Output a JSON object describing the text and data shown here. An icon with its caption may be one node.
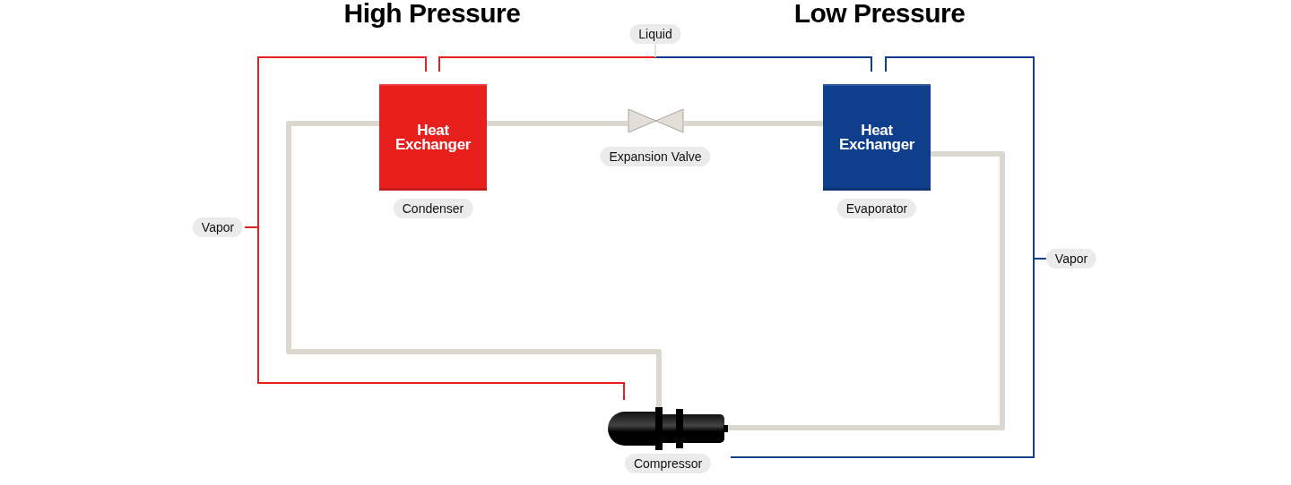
{
  "diagram": {
    "nodes": [
      {
        "text": [
          "Heat Exchanger"
        ],
        "beside": [
          "Condenser"
        ]
      },
      {
        "text": [],
        "shape": "valve",
        "beside": [
          "Expansion Valve"
        ]
      },
      {
        "text": [
          "Heat Exchanger"
        ],
        "beside": [
          "Evaporator"
        ]
      },
      {
        "text": [],
        "shape": "picture",
        "beside": [
          "Compressor"
        ]
      }
    ],
    "edges": [
      {
        "from": 0,
        "to": 1,
        "arrow": "none"
      },
      {
        "from": 1,
        "to": 2,
        "arrow": "none"
      },
      {
        "from": 2,
        "to": 3,
        "arrow": "none"
      },
      {
        "from": 3,
        "to": 0,
        "arrow": "none"
      }
    ],
    "labels": [
      "High Pressure",
      "Low Pressure",
      "Liquid",
      "Vapor",
      "Vapor"
    ]
  }
}
